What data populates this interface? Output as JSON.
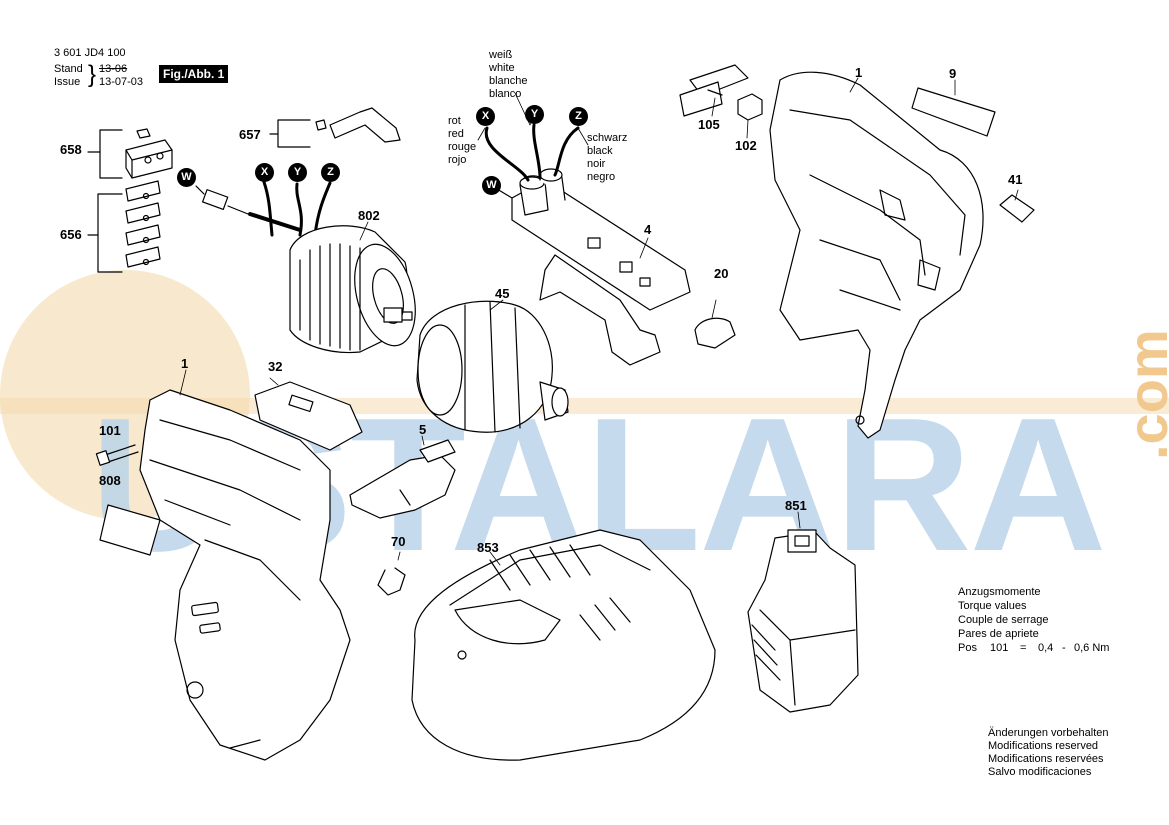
{
  "header": {
    "doc_number": "3 601 JD4 100",
    "stand_label": "Stand",
    "issue_label": "Issue",
    "old_date": "13-06",
    "issue_date": "13-07-03",
    "figure_badge": "Fig./Abb. 1"
  },
  "wire_legend": {
    "white": [
      "weiß",
      "white",
      "blanche",
      "blanco"
    ],
    "red": [
      "rot",
      "red",
      "rouge",
      "rojo"
    ],
    "black": [
      "schwarz",
      "black",
      "noir",
      "negro"
    ]
  },
  "connectors": [
    "W",
    "X",
    "Y",
    "Z"
  ],
  "parts": {
    "p1a": "1",
    "p9": "9",
    "p41": "41",
    "p105": "105",
    "p102": "102",
    "p4": "4",
    "p20": "20",
    "p45": "45",
    "p802": "802",
    "p658": "658",
    "p657": "657",
    "p656": "656",
    "p1b": "1",
    "p32": "32",
    "p101": "101",
    "p808": "808",
    "p5": "5",
    "p70": "70",
    "p853": "853",
    "p851": "851"
  },
  "torque": {
    "lines": [
      "Anzugsmomente",
      "Torque values",
      "Couple de serrage",
      "Pares de apriete"
    ],
    "pos_label": "Pos",
    "pos_value": "101",
    "eq": "=",
    "min": "0,4",
    "dash": "-",
    "max": "0,6 Nm"
  },
  "notice": [
    "Änderungen vorbehalten",
    "Modifications reserved",
    "Modifications reservées",
    "Salvo modificaciones"
  ],
  "watermark": {
    "text": "USTALARA",
    "suffix": ".com",
    "blue": "#bcd4ea",
    "orange": "#f6d9a9"
  }
}
